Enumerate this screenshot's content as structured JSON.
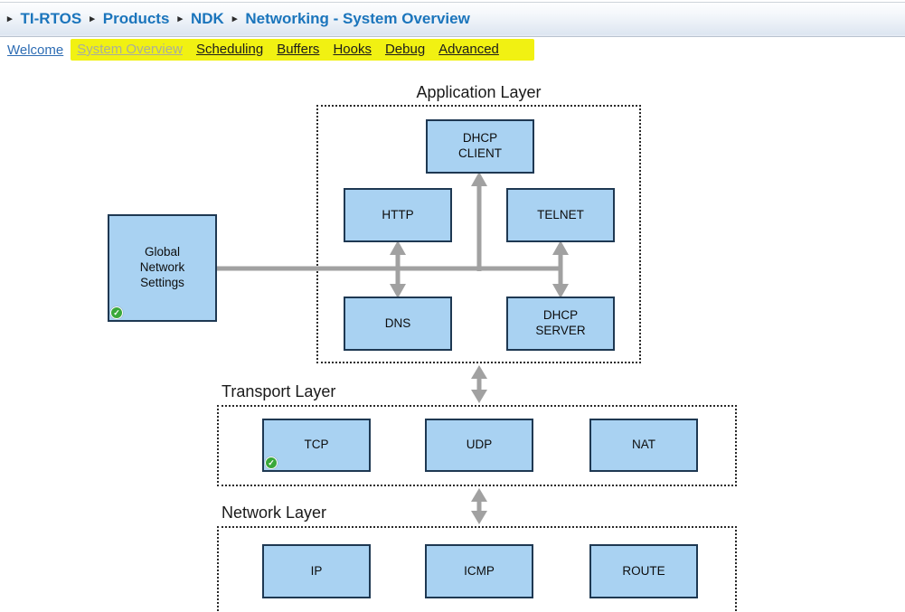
{
  "breadcrumb": {
    "items": [
      "TI-RTOS",
      "Products",
      "NDK",
      "Networking - System Overview"
    ]
  },
  "nav": {
    "items": [
      {
        "label": "Welcome",
        "state": "link"
      },
      {
        "label": "System Overview",
        "state": "current"
      },
      {
        "label": "Scheduling",
        "state": "highlighted"
      },
      {
        "label": "Buffers",
        "state": "highlighted"
      },
      {
        "label": "Hooks",
        "state": "highlighted"
      },
      {
        "label": "Debug",
        "state": "highlighted"
      },
      {
        "label": "Advanced",
        "state": "highlighted"
      }
    ]
  },
  "diagram": {
    "layers": {
      "application": {
        "label": "Application Layer"
      },
      "transport": {
        "label": "Transport Layer"
      },
      "network": {
        "label": "Network Layer"
      }
    },
    "nodes": {
      "global_network_settings": {
        "label": "Global\nNetwork\nSettings",
        "configured": true
      },
      "dhcp_client": {
        "label": "DHCP\nCLIENT"
      },
      "http": {
        "label": "HTTP"
      },
      "telnet": {
        "label": "TELNET"
      },
      "dns": {
        "label": "DNS"
      },
      "dhcp_server": {
        "label": "DHCP\nSERVER"
      },
      "tcp": {
        "label": "TCP",
        "configured": true
      },
      "udp": {
        "label": "UDP"
      },
      "nat": {
        "label": "NAT"
      },
      "ip": {
        "label": "IP"
      },
      "icmp": {
        "label": "ICMP"
      },
      "route": {
        "label": "ROUTE"
      }
    },
    "edges": [
      {
        "from": "global_network_settings",
        "to": "application_bus",
        "style": "line"
      },
      {
        "from": "application_bus",
        "to": "dhcp_client",
        "style": "arrow"
      },
      {
        "from": "http",
        "to": "dns",
        "style": "double-arrow"
      },
      {
        "from": "telnet",
        "to": "dhcp_server",
        "style": "double-arrow"
      },
      {
        "from": "application_layer",
        "to": "transport_layer",
        "style": "double-arrow"
      },
      {
        "from": "transport_layer",
        "to": "network_layer",
        "style": "double-arrow"
      }
    ]
  },
  "colors": {
    "breadcrumb_blue": "#1b75bc",
    "highlight_yellow": "#f1f112",
    "node_fill": "#a9d2f2",
    "node_border": "#1e3852",
    "arrow_gray": "#a1a1a1",
    "configured_green": "#3aa83a"
  },
  "icons": {
    "check": "✓",
    "crumb_separator": "▸"
  }
}
